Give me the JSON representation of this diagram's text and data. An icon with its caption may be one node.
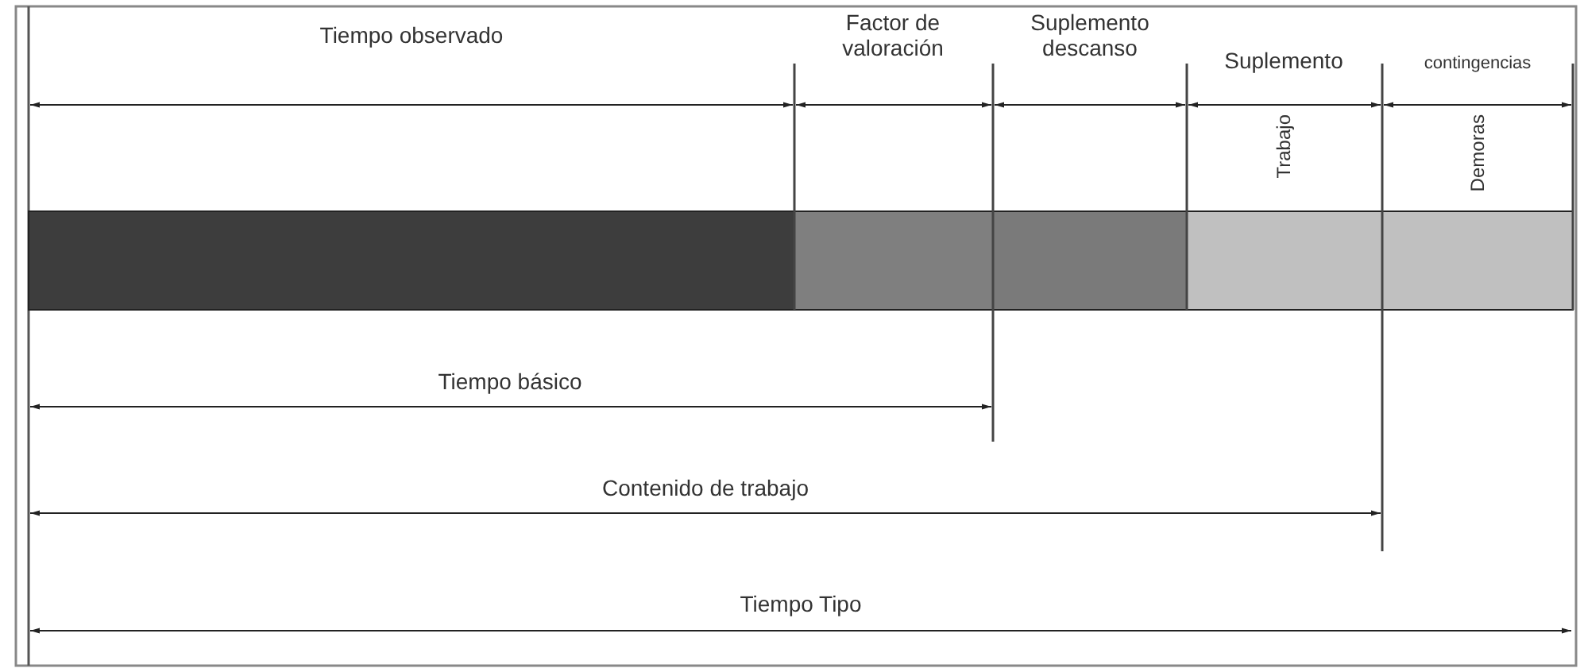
{
  "diagram": {
    "labels": [
      "Tiempo observado",
      "Factor de valoración",
      "Suplemento descanso",
      "Suplemento",
      "contingencias",
      "Trabajo",
      "Demoras",
      "Tiempo básico",
      "Contenido de trabajo",
      "Tiempo Tipo"
    ]
  }
}
